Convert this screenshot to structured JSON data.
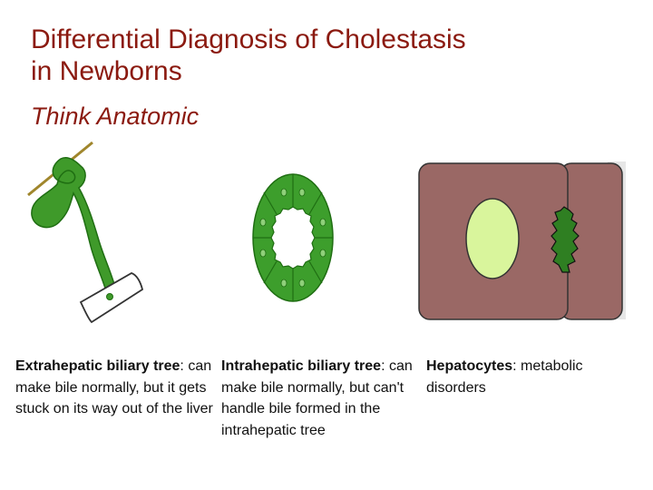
{
  "slide": {
    "title_line1": "Differential Diagnosis of Cholestasis",
    "title_line2": "in Newborns",
    "subtitle": "Think Anatomic"
  },
  "captions": [
    {
      "heading": "Extrahepatic biliary tree",
      "text": ": can make bile normally, but it gets stuck on its way out of the liver"
    },
    {
      "heading": "Intrahepatic biliary tree",
      "text": ": can make bile normally, but can't handle bile formed in the intrahepatic tree"
    },
    {
      "heading": "Hepatocytes",
      "text": ": metabolic disorders"
    }
  ],
  "colors": {
    "title": "#8b1a10",
    "bile_green": "#3f9a2a",
    "bile_dark": "#1f6e12",
    "duct_wall": "#3d9e2c",
    "lumen": "#ffffff",
    "hepatocyte": "#9a6865",
    "nucleus": "#d9f59c",
    "canaliculus": "#2f7f22",
    "membrane_gray": "#e6e6e6",
    "bar_olive": "#a0862c"
  }
}
